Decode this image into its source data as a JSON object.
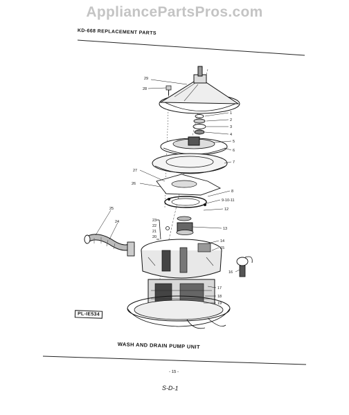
{
  "watermark": "AppliancePartsPros.com",
  "header": "KD-668 REPLACEMENT PARTS",
  "figure_code": "PL-IE534",
  "caption": "WASH AND DRAIN PUMP UNIT",
  "page_number": "- 15 -",
  "page_code": "S-D-1",
  "callouts": [
    "29",
    "28",
    "1",
    "2",
    "3",
    "4",
    "5",
    "6",
    "7",
    "27",
    "26",
    "8",
    "9-10-11",
    "12",
    "25",
    "24",
    "23",
    "22",
    "21",
    "20",
    "13",
    "14",
    "15",
    "16",
    "17",
    "18",
    "19"
  ],
  "colors": {
    "ink": "#111111",
    "watermark": "#c4c4c4",
    "paper": "#ffffff"
  }
}
